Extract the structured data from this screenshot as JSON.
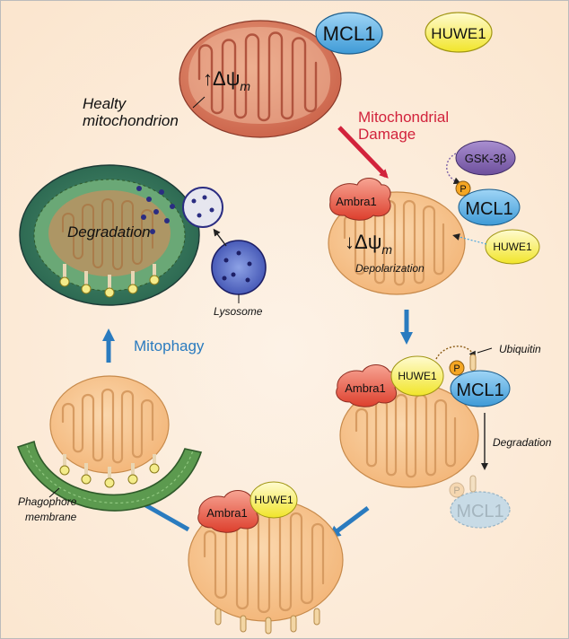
{
  "labels": {
    "mcl1": "MCL1",
    "huwe1": "HUWE1",
    "delta_psi": "Δψ",
    "delta_psi_sub": "m",
    "healthy_line1": "Healty",
    "healthy_line2": "mitochondrion",
    "mito_damage_line1": "Mitochondrial",
    "mito_damage_line2": "Damage",
    "gsk3b": "GSK-3β",
    "phospho": "P",
    "ambra1": "Ambra1",
    "depolarization": "Depolarization",
    "ubiquitin": "Ubiquitin",
    "degradation": "Degradation",
    "lysosome": "Lysosome",
    "mitophagy": "Mitophagy",
    "phagophore_line1": "Phagophore",
    "phagophore_line2": "membrane"
  },
  "colors": {
    "damage_red": "#d2233c",
    "flow_blue": "#2a7bbf",
    "mcl1_blue": "#4aa6df",
    "huwe1_yellow": "#f5ec3a",
    "ambra1_red": "#e2503d",
    "gsk_purple": "#7d62a8",
    "mito_orange": "#f6c28b",
    "healthy_mito": "#d9765c",
    "lysosome_navy": "#2b2d82",
    "phagophore_green": "#3f7a3b"
  }
}
